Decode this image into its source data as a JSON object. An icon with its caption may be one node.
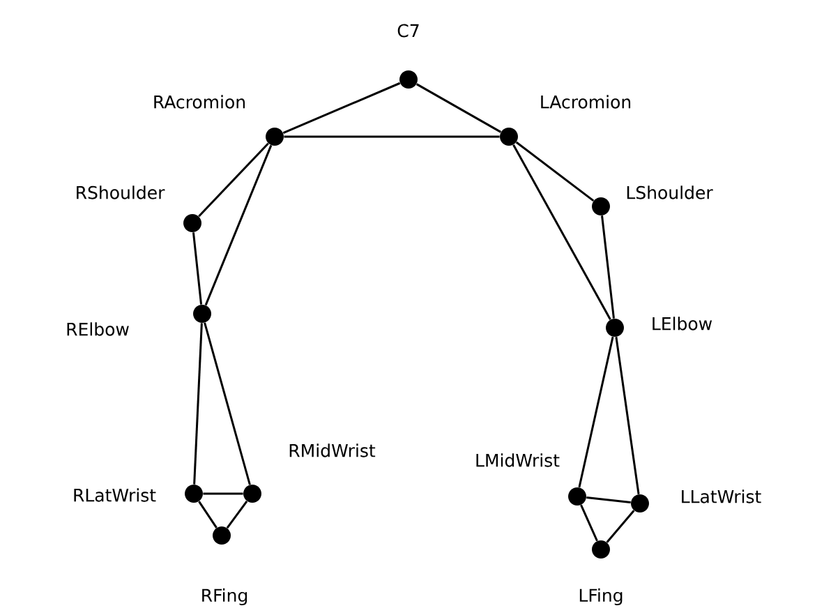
{
  "diagram": {
    "nodes": [
      {
        "text": [
          "C7"
        ]
      },
      {
        "text": [
          "RAcromion"
        ]
      },
      {
        "text": [
          "LAcromion"
        ]
      },
      {
        "text": [
          "RShoulder"
        ]
      },
      {
        "text": [
          "LShoulder"
        ]
      },
      {
        "text": [
          "RElbow"
        ]
      },
      {
        "text": [
          "LElbow"
        ]
      },
      {
        "text": [
          "RMidWrist"
        ]
      },
      {
        "text": [
          "LMidWrist"
        ]
      },
      {
        "text": [
          "RLatWrist"
        ]
      },
      {
        "text": [
          "LLatWrist"
        ]
      },
      {
        "text": [
          "RFing"
        ]
      },
      {
        "text": [
          "LFing"
        ]
      }
    ],
    "edges": [
      {
        "from": 0,
        "to": 1,
        "arrow": "none"
      },
      {
        "from": 0,
        "to": 2,
        "arrow": "none"
      },
      {
        "from": 1,
        "to": 2,
        "arrow": "none"
      },
      {
        "from": 1,
        "to": 3,
        "arrow": "none"
      },
      {
        "from": 1,
        "to": 5,
        "arrow": "none"
      },
      {
        "from": 3,
        "to": 5,
        "arrow": "none"
      },
      {
        "from": 5,
        "to": 9,
        "arrow": "none"
      },
      {
        "from": 5,
        "to": 7,
        "arrow": "none"
      },
      {
        "from": 9,
        "to": 7,
        "arrow": "none"
      },
      {
        "from": 9,
        "to": 11,
        "arrow": "none"
      },
      {
        "from": 7,
        "to": 11,
        "arrow": "none"
      },
      {
        "from": 2,
        "to": 4,
        "arrow": "none"
      },
      {
        "from": 2,
        "to": 6,
        "arrow": "none"
      },
      {
        "from": 4,
        "to": 6,
        "arrow": "none"
      },
      {
        "from": 6,
        "to": 8,
        "arrow": "none"
      },
      {
        "from": 6,
        "to": 10,
        "arrow": "none"
      },
      {
        "from": 8,
        "to": 10,
        "arrow": "none"
      },
      {
        "from": 8,
        "to": 12,
        "arrow": "none"
      },
      {
        "from": 10,
        "to": 12,
        "arrow": "none"
      }
    ]
  }
}
